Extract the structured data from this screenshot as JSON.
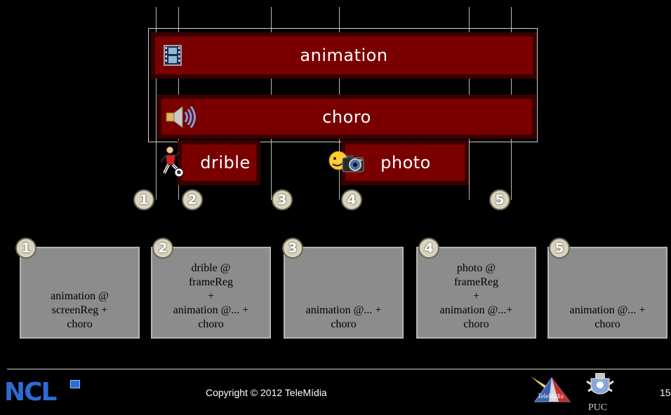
{
  "bars": {
    "animation": "animation",
    "choro": "choro",
    "drible": "drible",
    "photo": "photo"
  },
  "markers": [
    "1",
    "2",
    "3",
    "4",
    "5"
  ],
  "cards": [
    {
      "num": "1",
      "lines": [
        "animation @",
        "screenReg +",
        "choro"
      ]
    },
    {
      "num": "2",
      "lines": [
        "drible @",
        "frameReg",
        "+",
        "animation @... +",
        "choro"
      ]
    },
    {
      "num": "3",
      "lines": [
        "animation @... +",
        "choro"
      ]
    },
    {
      "num": "4",
      "lines": [
        "photo @",
        "frameReg",
        "+",
        "animation @...+",
        "choro"
      ]
    },
    {
      "num": "5",
      "lines": [
        "animation @... +",
        "choro"
      ]
    }
  ],
  "footer": {
    "logo": "NCL",
    "copyright": "Copyright © 2012 TeleMídia",
    "telemidia_logo": "TeleMídia",
    "puc_logo": "PUC",
    "page": "15"
  },
  "colors": {
    "bar_outer": "#3a0000",
    "bar_inner": "#7a0000",
    "card": "#8c8c8c",
    "marker": "#d7d4bf"
  },
  "icons": {
    "animation": "film-strip-icon",
    "choro": "speaker-icon",
    "drible": "soccer-player-icon",
    "photo": "camera-icon"
  }
}
